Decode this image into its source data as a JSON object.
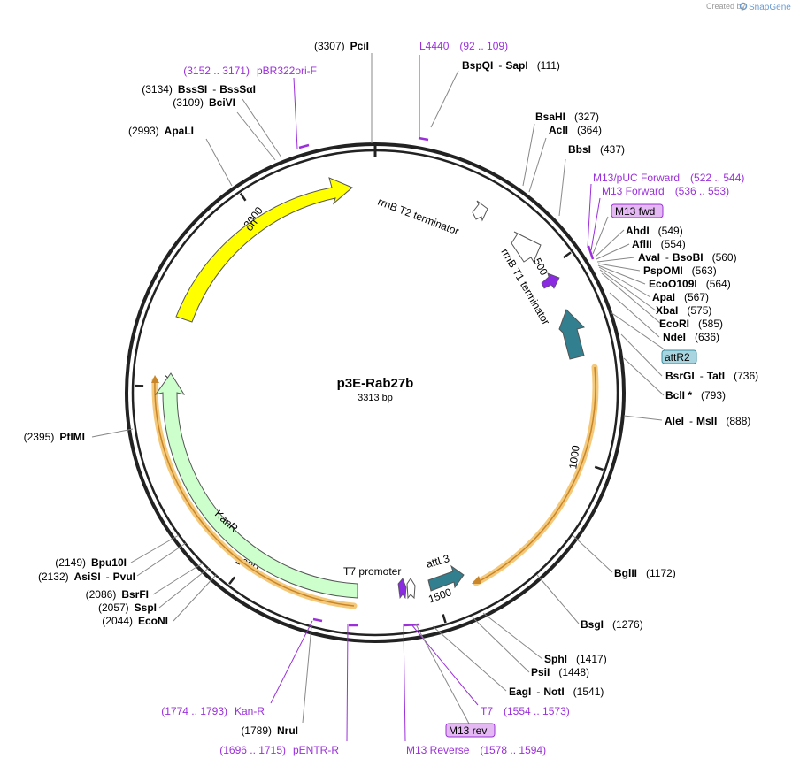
{
  "credit": {
    "text": "Created by",
    "brand": "SnapGene"
  },
  "plasmid": {
    "name": "p3E-Rab27b",
    "length_label": "3313 bp",
    "length": 3313
  },
  "ticks": [
    {
      "pos": 500,
      "label": "500"
    },
    {
      "pos": 1000,
      "label": "1000"
    },
    {
      "pos": 1500,
      "label": "1500"
    },
    {
      "pos": 2000,
      "label": "2000"
    },
    {
      "pos": 2500,
      "label": "2500"
    },
    {
      "pos": 3000,
      "label": "3000"
    }
  ],
  "sites": [
    {
      "id": "pcii",
      "bp": 3307,
      "pre": "(3307)",
      "name": "PciI"
    },
    {
      "id": "bspqi",
      "bp": 111,
      "name": "BspQI",
      "name2": "SapI",
      "post": "(111)"
    },
    {
      "id": "bsahi",
      "bp": 327,
      "name": "BsaHI",
      "post": "(327)"
    },
    {
      "id": "acli",
      "bp": 364,
      "name": "AclI",
      "post": "(364)"
    },
    {
      "id": "bbsi",
      "bp": 437,
      "name": "BbsI",
      "post": "(437)"
    },
    {
      "id": "ahdi",
      "bp": 549,
      "name": "AhdI",
      "post": "(549)"
    },
    {
      "id": "aflii",
      "bp": 554,
      "name": "AflII",
      "post": "(554)"
    },
    {
      "id": "avai",
      "bp": 560,
      "name": "AvaI",
      "name2": "BsoBI",
      "post": "(560)"
    },
    {
      "id": "pspomi",
      "bp": 563,
      "name": "PspOMI",
      "post": "(563)"
    },
    {
      "id": "eco0109i",
      "bp": 564,
      "name": "EcoO109I",
      "post": "(564)"
    },
    {
      "id": "apai",
      "bp": 567,
      "name": "ApaI",
      "post": "(567)"
    },
    {
      "id": "xbai",
      "bp": 575,
      "name": "XbaI",
      "post": "(575)"
    },
    {
      "id": "ecori",
      "bp": 585,
      "name": "EcoRI",
      "post": "(585)"
    },
    {
      "id": "ndei",
      "bp": 636,
      "name": "NdeI",
      "post": "(636)"
    },
    {
      "id": "bsrgi",
      "bp": 736,
      "name": "BsrGI",
      "name2": "TatI",
      "post": "(736)"
    },
    {
      "id": "bcli",
      "bp": 793,
      "name": "BclI *",
      "post": "(793)"
    },
    {
      "id": "alei",
      "bp": 888,
      "name": "AleI",
      "name2": "MslI",
      "post": "(888)"
    },
    {
      "id": "bglii",
      "bp": 1172,
      "name": "BglII",
      "post": "(1172)"
    },
    {
      "id": "bsgi",
      "bp": 1276,
      "name": "BsgI",
      "post": "(1276)"
    },
    {
      "id": "sphi",
      "bp": 1417,
      "name": "SphI",
      "post": "(1417)"
    },
    {
      "id": "psii",
      "bp": 1448,
      "name": "PsiI",
      "post": "(1448)"
    },
    {
      "id": "eagi",
      "bp": 1541,
      "name": "EagI",
      "name2": "NotI",
      "post": "(1541)"
    },
    {
      "id": "nrui",
      "bp": 1789,
      "pre": "(1789)",
      "name": "NruI"
    },
    {
      "id": "econi",
      "bp": 2044,
      "pre": "(2044)",
      "name": "EcoNI"
    },
    {
      "id": "sspi",
      "bp": 2057,
      "pre": "(2057)",
      "name": "SspI"
    },
    {
      "id": "bsrfi",
      "bp": 2086,
      "pre": "(2086)",
      "name": "BsrFI"
    },
    {
      "id": "asisi",
      "bp": 2132,
      "pre": "(2132)",
      "name": "AsiSI",
      "name2": "PvuI"
    },
    {
      "id": "bpu10i",
      "bp": 2149,
      "pre": "(2149)",
      "name": "Bpu10I"
    },
    {
      "id": "pflmi",
      "bp": 2395,
      "pre": "(2395)",
      "name": "PflMI"
    },
    {
      "id": "apali",
      "bp": 2993,
      "pre": "(2993)",
      "name": "ApaLI"
    },
    {
      "id": "bcivi",
      "bp": 3109,
      "pre": "(3109)",
      "name": "BciVI"
    },
    {
      "id": "bsssi",
      "bp": 3134,
      "pre": "(3134)",
      "name": "BssSI",
      "name2": "BssSαI"
    }
  ],
  "primers": [
    {
      "id": "l4440",
      "start": 92,
      "end": 109,
      "name": "L4440",
      "range": "(92 .. 109)"
    },
    {
      "id": "m13puc",
      "start": 522,
      "end": 544,
      "name": "M13/pUC Forward",
      "range": "(522 .. 544)"
    },
    {
      "id": "m13fwd-primer",
      "start": 536,
      "end": 553,
      "name": "M13 Forward",
      "range": "(536 .. 553)"
    },
    {
      "id": "t7-primer",
      "start": 1554,
      "end": 1573,
      "name": "T7",
      "range": "(1554 .. 1573)"
    },
    {
      "id": "m13rev-primer",
      "start": 1578,
      "end": 1594,
      "name": "M13 Reverse",
      "range": "(1578 .. 1594)"
    },
    {
      "id": "pentr-r",
      "start": 1696,
      "end": 1715,
      "name": "pENTR-R",
      "range": "(1696 .. 1715)"
    },
    {
      "id": "kan-r",
      "start": 1774,
      "end": 1793,
      "name": "Kan-R",
      "range": "(1774 .. 1793)"
    },
    {
      "id": "pbr322ori",
      "start": 3152,
      "end": 3171,
      "name": "pBR322ori-F",
      "range": "(3152 .. 3171)"
    }
  ],
  "boxed_labels": [
    {
      "id": "m13fwd-box",
      "text": "M13 fwd",
      "color": "#e3b8f3",
      "border": "#9b30d9"
    },
    {
      "id": "attr2-box",
      "text": "attR2",
      "color": "#a8d5df",
      "border": "#3a8ea3"
    },
    {
      "id": "m13rev-box",
      "text": "M13 rev",
      "color": "#e3b8f3",
      "border": "#9b30d9"
    }
  ],
  "features": [
    {
      "id": "ori",
      "name": "ori",
      "color": "#ffff00"
    },
    {
      "id": "kanr",
      "name": "KanR",
      "color": "#ccffcc"
    },
    {
      "id": "rrnb-t2",
      "name": "rrnB T2 terminator",
      "color": "#ffffff"
    },
    {
      "id": "rrnb-t1",
      "name": "rrnB T1 terminator",
      "color": "#ffffff"
    },
    {
      "id": "t7-promoter",
      "name": "T7 promoter",
      "color": "#ffffff"
    },
    {
      "id": "attl3",
      "name": "attL3",
      "color": "#317f8f"
    },
    {
      "id": "attr2",
      "name": "attR2",
      "color": "#317f8f"
    }
  ],
  "colors": {
    "primer": "#9b30d9",
    "orf_highlight": "#f5c97a",
    "orf_line": "#d99a2b",
    "backbone": "#222222"
  }
}
